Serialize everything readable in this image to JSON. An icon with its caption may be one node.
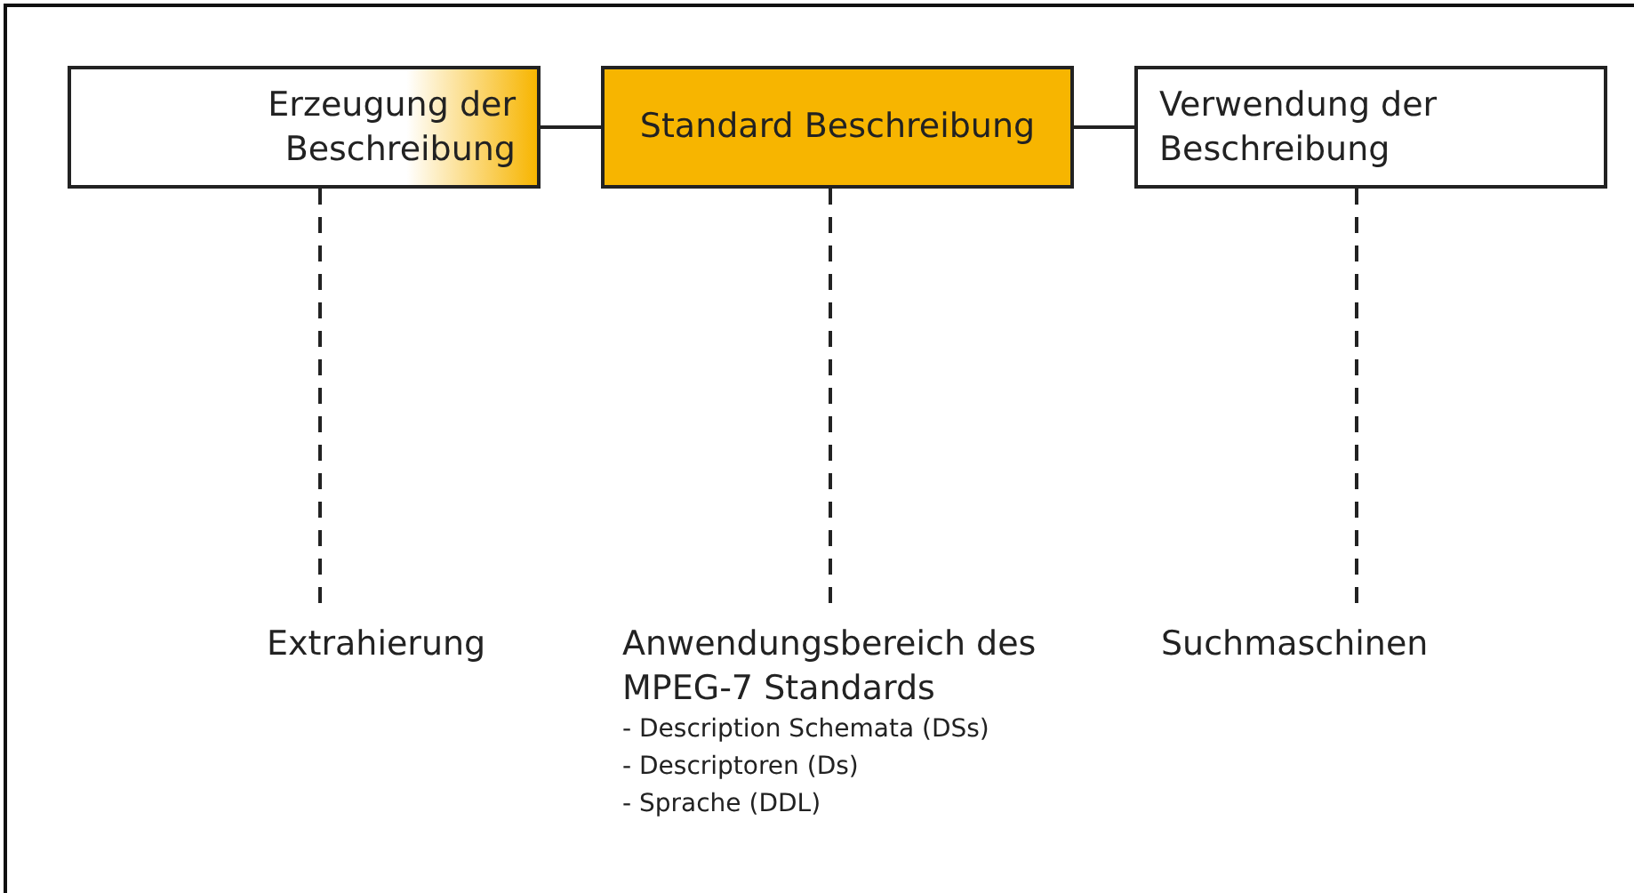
{
  "diagram": {
    "nodes": [
      {
        "text": [
          "Erzeugung der Beschreibung"
        ]
      },
      {
        "text": [
          "Standard Beschreibung"
        ]
      },
      {
        "text": [
          "Verwendung der Beschreibung"
        ]
      },
      {
        "text": [
          "Extrahierung"
        ]
      },
      {
        "text": [
          "Anwendungsbereich des MPEG-7 Standards",
          "- Description Schemata (DSs)",
          "- Descriptoren (Ds)",
          "- Sprache (DDL)"
        ]
      },
      {
        "text": [
          "Suchmaschinen"
        ]
      }
    ],
    "edges": [
      {
        "from": 0,
        "to": 1,
        "arrow": "none"
      },
      {
        "from": 1,
        "to": 2,
        "arrow": "none"
      },
      {
        "from": 0,
        "to": 3,
        "arrow": "none",
        "style": "dashed"
      },
      {
        "from": 1,
        "to": 4,
        "arrow": "none",
        "style": "dashed"
      },
      {
        "from": 2,
        "to": 5,
        "arrow": "none",
        "style": "dashed"
      }
    ]
  }
}
